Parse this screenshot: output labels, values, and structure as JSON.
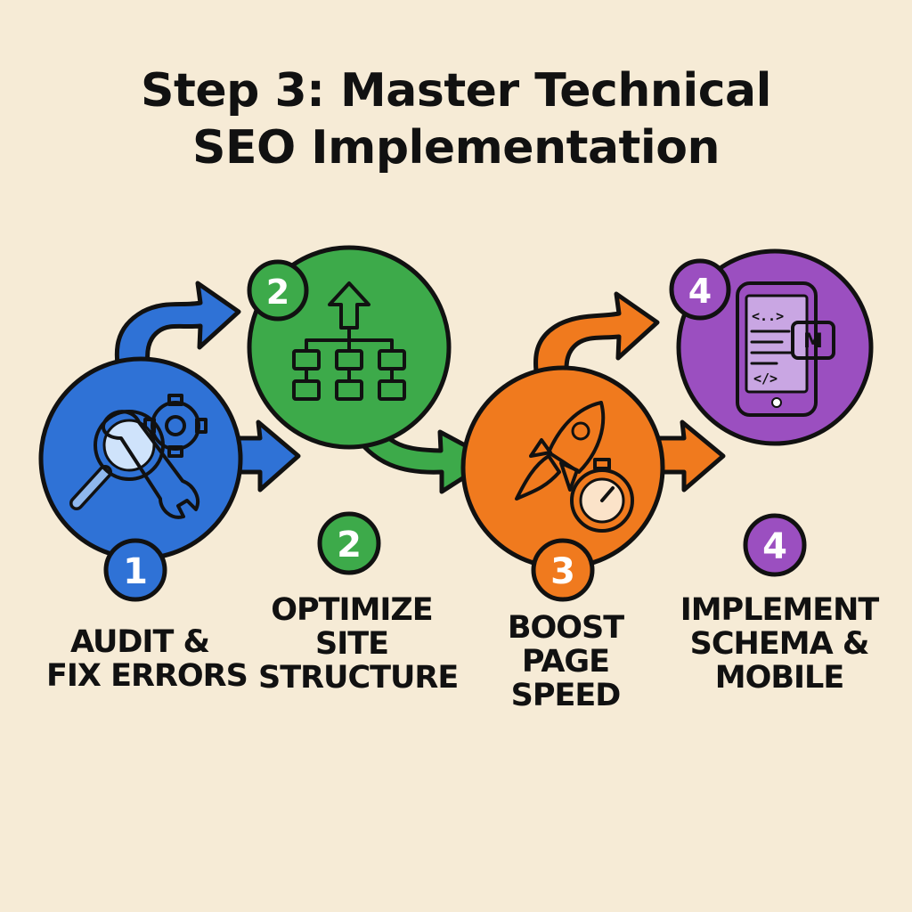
{
  "title": {
    "line1": "Step 3: Master Technical",
    "line2": "SEO Implementation"
  },
  "colors": {
    "background": "#f6ebd6",
    "blue": "#2f72d6",
    "green": "#3daa4a",
    "orange": "#f07a1e",
    "purple": "#9b4fc0",
    "outline": "#111111"
  },
  "steps": [
    {
      "badge": "1",
      "label_lines": [
        "AUDIT &",
        "FIX ERRORS"
      ],
      "icon": "wrench-magnifier-gear-icon",
      "color": "#2f72d6"
    },
    {
      "badge": "2",
      "circle_badge": "2",
      "label_lines": [
        "OPTIMIZE",
        "SITE",
        "STRUCTURE"
      ],
      "icon": "sitemap-icon",
      "color": "#3daa4a"
    },
    {
      "badge": "3",
      "label_lines": [
        "BOOST",
        "PAGE",
        "SPEED"
      ],
      "icon": "rocket-stopwatch-icon",
      "color": "#f07a1e"
    },
    {
      "badge": "4",
      "circle_badge": "4",
      "label_lines": [
        "IMPLEMENT",
        "SCHEMA &",
        "MOBILE"
      ],
      "icon": "mobile-code-icon",
      "color": "#9b4fc0",
      "screen_text": [
        "<..>",
        "</>"
      ],
      "badge_letter": "M"
    }
  ]
}
